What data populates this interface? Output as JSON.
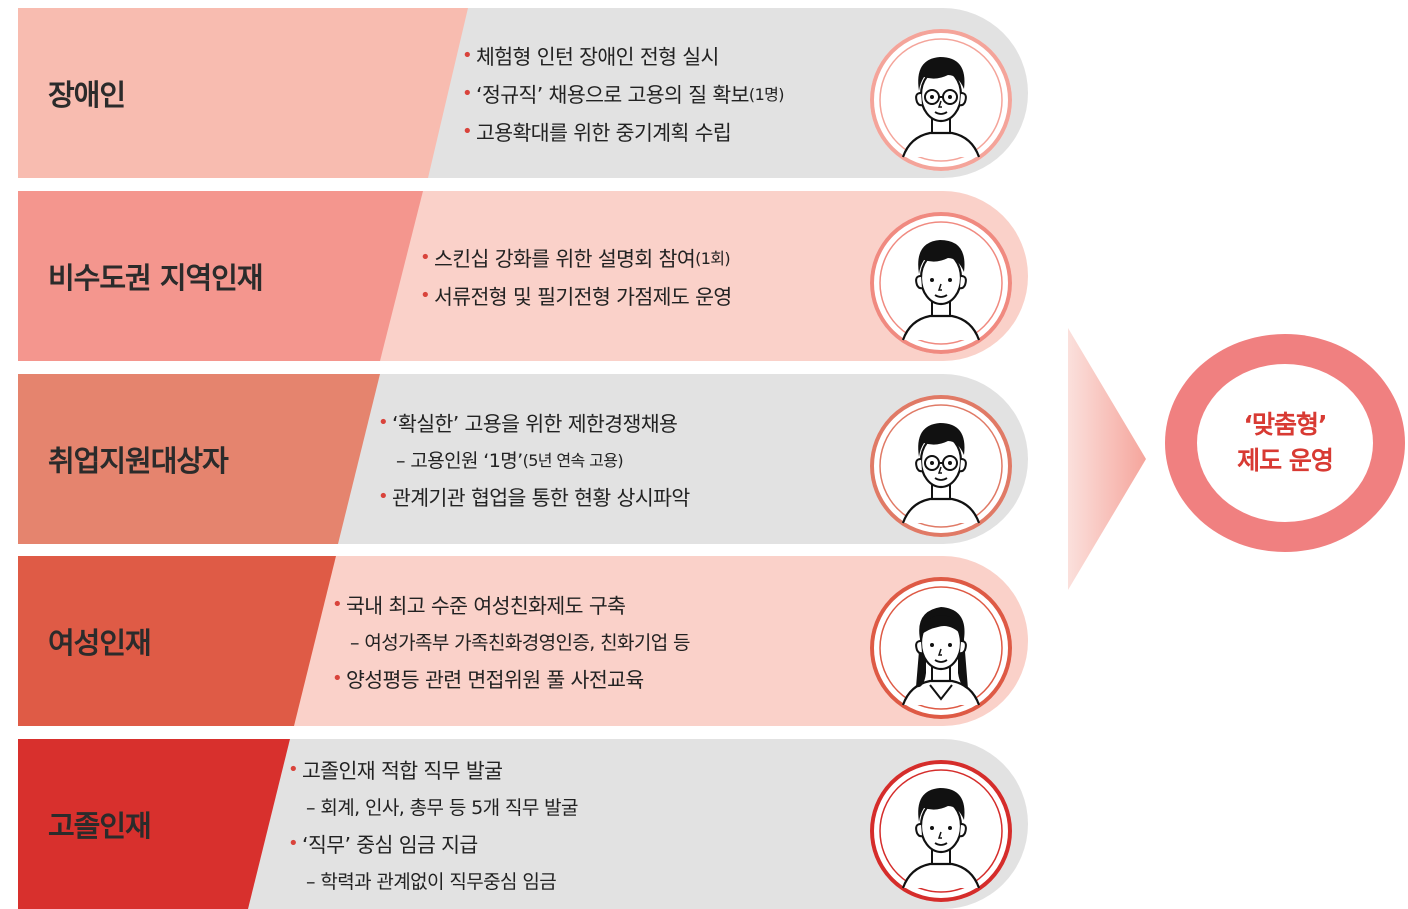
{
  "rows": [
    {
      "title": "장애인",
      "lines": [
        {
          "type": "bullet",
          "text": "체험형 인턴 장애인 전형 실시"
        },
        {
          "type": "bullet",
          "text": "‘정규직’ 채용으로 고용의 질 확보",
          "small": "(1명)"
        },
        {
          "type": "bullet",
          "text": "고용확대를 위한 중기계획 수립"
        }
      ],
      "colors": {
        "label": "#f8bcb0",
        "body": "#e2e2e2",
        "ring": "#f4a49a"
      },
      "avatar": "glasses-person-icon"
    },
    {
      "title": "비수도권 지역인재",
      "lines": [
        {
          "type": "bullet",
          "text": "스킨십 강화를 위한 설명회 참여",
          "small": "(1회)"
        },
        {
          "type": "bullet",
          "text": "서류전형 및 필기전형 가점제도 운영"
        }
      ],
      "colors": {
        "label": "#f4968e",
        "body": "#fad1c9",
        "ring": "#f08a80"
      },
      "avatar": "person-icon"
    },
    {
      "title": "취업지원대상자",
      "lines": [
        {
          "type": "bullet",
          "text": "‘확실한’ 고용을 위한 제한경쟁채용"
        },
        {
          "type": "sub",
          "text": "– 고용인원 ‘1명’",
          "small": "(5년 연속 고용)"
        },
        {
          "type": "bullet",
          "text": "관계기관 협업을 통한 현황 상시파악"
        }
      ],
      "colors": {
        "label": "#e5846e",
        "body": "#e2e2e2",
        "ring": "#e07a66"
      },
      "avatar": "glasses-person-icon"
    },
    {
      "title": "여성인재",
      "lines": [
        {
          "type": "bullet",
          "text": "국내 최고 수준 여성친화제도 구축"
        },
        {
          "type": "sub",
          "text": "– 여성가족부 가족친화경영인증, 친화기업 등"
        },
        {
          "type": "bullet",
          "text": "양성평등 관련 면접위원 풀 사전교육"
        }
      ],
      "colors": {
        "label": "#df5b46",
        "body": "#fad1c9",
        "ring": "#de5a45"
      },
      "avatar": "woman-icon"
    },
    {
      "title": "고졸인재",
      "lines": [
        {
          "type": "bullet",
          "text": "고졸인재 적합 직무 발굴"
        },
        {
          "type": "sub",
          "text": "– 회계, 인사, 총무 등 5개 직무 발굴"
        },
        {
          "type": "bullet",
          "text": "‘직무’ 중심 임금 지급"
        },
        {
          "type": "sub",
          "text": "– 학력과 관계없이 직무중심 임금"
        }
      ],
      "colors": {
        "label": "#d8302d",
        "body": "#e2e2e2",
        "ring": "#d52d2b"
      },
      "avatar": "person-icon"
    }
  ],
  "result": {
    "line1": "‘맞춤형’",
    "line2": "제도 운영",
    "color": "#f08080",
    "text_color": "#d83a33"
  },
  "arrow": {
    "icon": "chevron-right-arrow-icon"
  }
}
